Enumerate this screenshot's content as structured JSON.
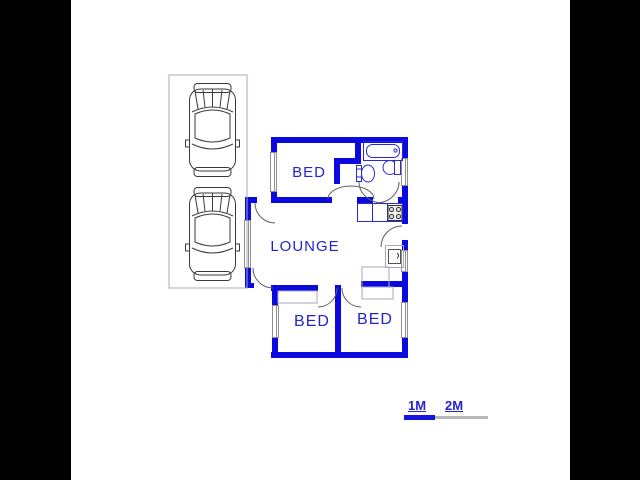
{
  "floor_plan": {
    "rooms": [
      {
        "name": "bed-top",
        "label": "BED"
      },
      {
        "name": "lounge",
        "label": "LOUNGE"
      },
      {
        "name": "bed-bottom-left",
        "label": "BED"
      },
      {
        "name": "bed-bottom-right",
        "label": "BED"
      }
    ],
    "garage": {
      "car_count": 2
    },
    "fixtures": [
      "bathtub-icon",
      "toilet-icon",
      "basin-icon",
      "kitchen-counter",
      "stove-icon",
      "laundry-sink-icon",
      "car-icon",
      "car-icon",
      "window-symbol",
      "door-arc"
    ]
  },
  "scale_bar": {
    "labels": [
      {
        "text": "1M"
      },
      {
        "text": "2M"
      }
    ]
  },
  "colors": {
    "background": "#000000",
    "paper": "#ffffff",
    "wall": "#0a0ae0",
    "room_label": "#2424cc",
    "window_frame": "#8f8f8f",
    "door_arc": "#606060",
    "fixture_outline": "#2a2ad0",
    "light_outline": "#a8a8c0",
    "scale_bar_blue": "#1515dd",
    "scale_bar_gray": "#b8b8b8",
    "car_outline": "#3a3a3a"
  }
}
